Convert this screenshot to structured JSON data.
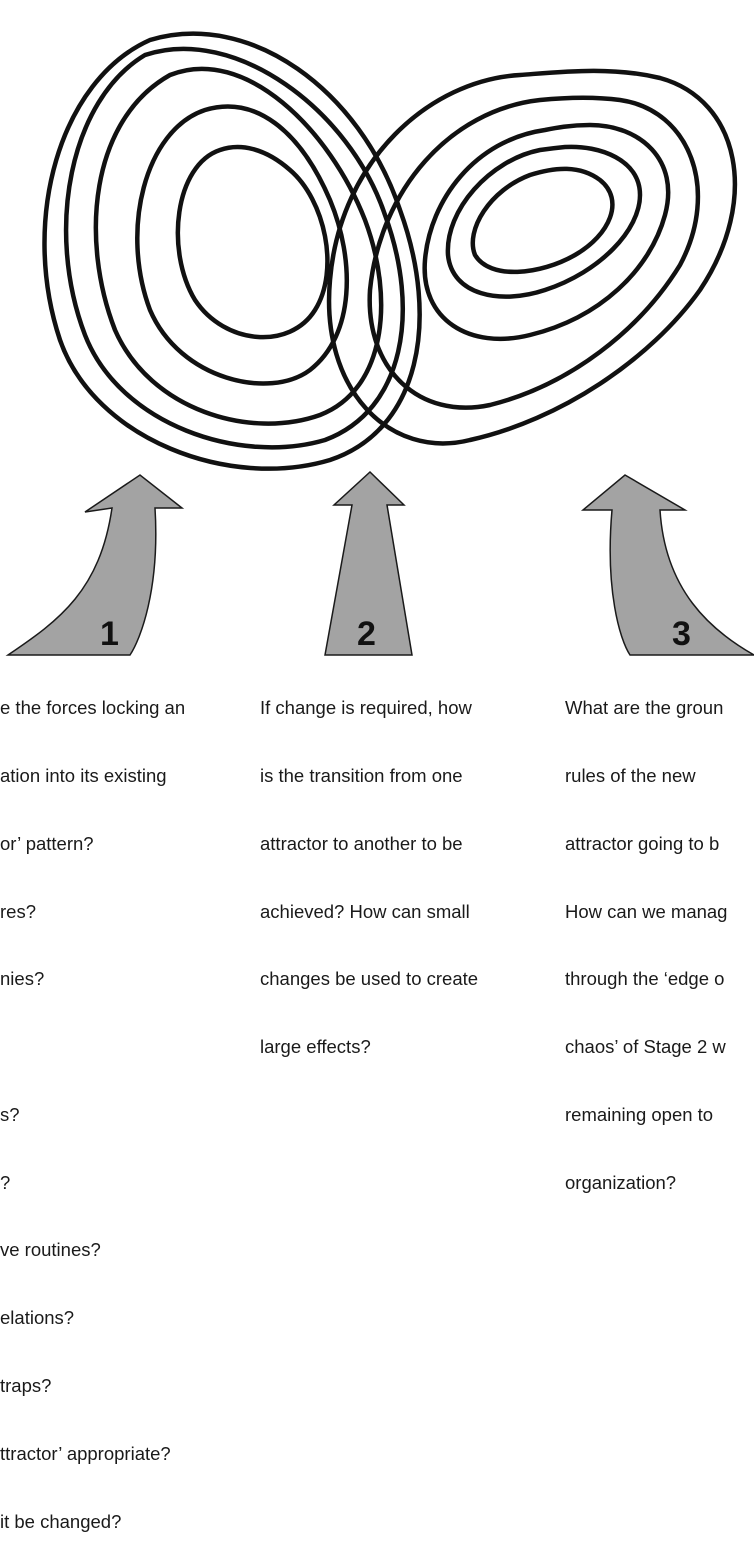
{
  "stages": [
    {
      "number": "1",
      "lines": [
        "e the forces locking an",
        "ation into its existing",
        "or’ pattern?",
        "res?",
        "nies?",
        "",
        "s?",
        "?",
        "ve routines?",
        "elations?",
        "traps?",
        "ttractor’ appropriate?",
        "it be changed?"
      ]
    },
    {
      "number": "2",
      "lines": [
        "If change is required, how",
        "is the transition from one",
        "attractor to another to be",
        "achieved? How can small",
        "changes be used to create",
        "large effects?"
      ]
    },
    {
      "number": "3",
      "lines": [
        "What are the groun",
        "rules of the new",
        "attractor going to b",
        "How can we manag",
        "through the ‘edge o",
        "chaos’ of Stage 2 w",
        "remaining open to",
        "organization?"
      ]
    }
  ],
  "colors": {
    "arrow_fill": "#a3a3a3",
    "arrow_stroke": "#1a1a1a",
    "loop_stroke": "#111111"
  }
}
